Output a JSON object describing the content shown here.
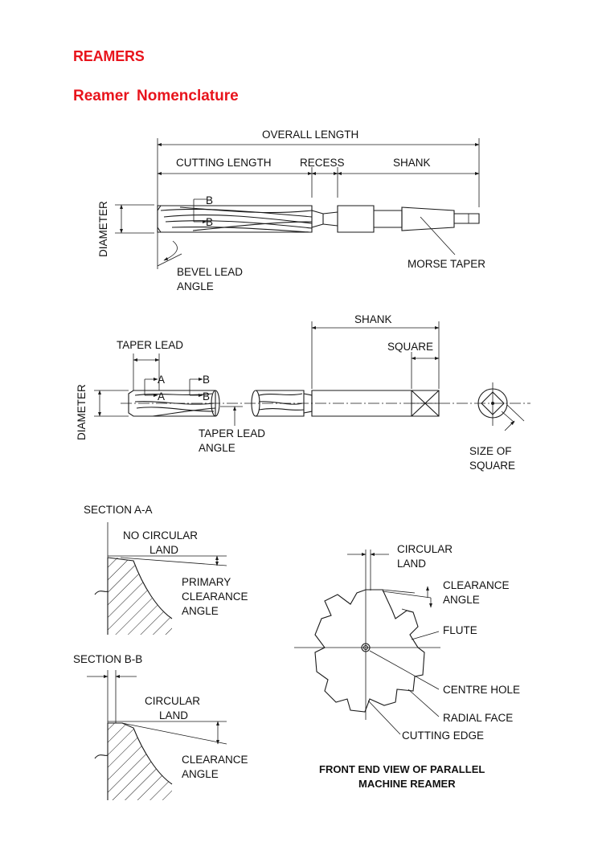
{
  "page": {
    "title": "REAMERS",
    "subtitle": "Reamer  Nomenclature"
  },
  "diagram1": {
    "overall_length": "OVERALL LENGTH",
    "cutting_length": "CUTTING LENGTH",
    "recess": "RECESS",
    "shank": "SHANK",
    "diameter": "DIAMETER",
    "section_b_top": "B",
    "section_b_bottom": "B",
    "bevel_lead_1": "BEVEL LEAD",
    "bevel_lead_2": "ANGLE",
    "morse_taper": "MORSE TAPER"
  },
  "diagram2": {
    "shank": "SHANK",
    "taper_lead": "TAPER LEAD",
    "square": "SQUARE",
    "diameter": "DIAMETER",
    "section_a_top": "A",
    "section_a_bottom": "A",
    "section_b_top": "B",
    "section_b_bottom": "B",
    "taper_lead_angle_1": "TAPER LEAD",
    "taper_lead_angle_2": "ANGLE",
    "size_of_square_1": "SIZE OF",
    "size_of_square_2": "SQUARE"
  },
  "section_aa": {
    "title": "SECTION A-A",
    "no_circular_1": "NO CIRCULAR",
    "no_circular_2": "LAND",
    "primary_1": "PRIMARY",
    "primary_2": "CLEARANCE",
    "primary_3": "ANGLE"
  },
  "section_bb": {
    "title": "SECTION B-B",
    "circular_1": "CIRCULAR",
    "circular_2": "LAND",
    "clearance_1": "CLEARANCE",
    "clearance_2": "ANGLE"
  },
  "front_view": {
    "circular_1": "CIRCULAR",
    "circular_2": "LAND",
    "clearance_1": "CLEARANCE",
    "clearance_2": "ANGLE",
    "flute": "FLUTE",
    "centre_hole": "CENTRE HOLE",
    "radial_face": "RADIAL FACE",
    "cutting_edge": "CUTTING EDGE",
    "caption_1": "FRONT END VIEW OF PARALLEL",
    "caption_2": "MACHINE REAMER"
  },
  "colors": {
    "heading": "#e8141c",
    "ink": "#1a1a1a"
  }
}
